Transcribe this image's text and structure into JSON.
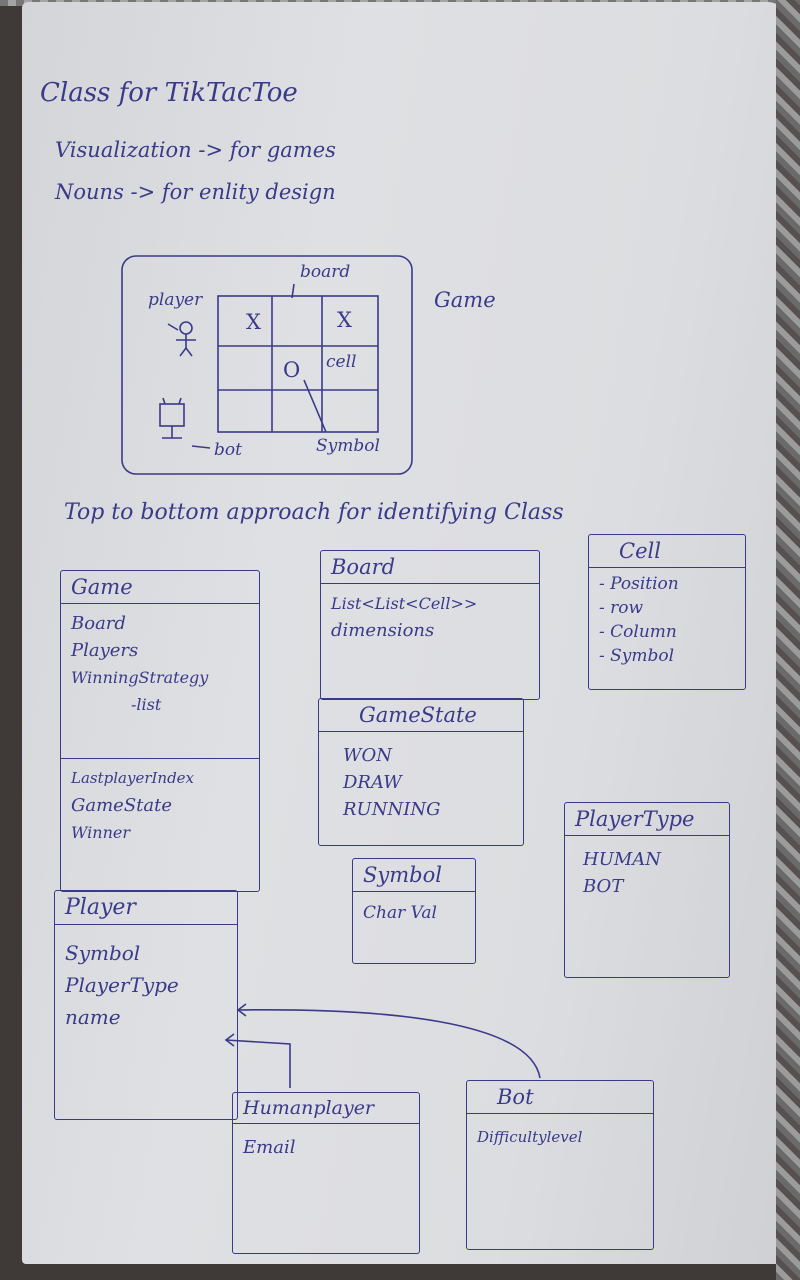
{
  "title": "Class for TikTacToe",
  "notes": [
    "Visualization -> for games",
    "Nouns -> for enlity design"
  ],
  "sketch": {
    "player_label": "player",
    "board_label": "board",
    "game_label": "Game",
    "cell_label": "cell",
    "bot_label": "bot",
    "symbol_label": "Symbol",
    "marks": [
      "X",
      "X",
      "O"
    ]
  },
  "section_heading": "Top to bottom approach for identifying Class",
  "classes": {
    "game": {
      "name": "Game",
      "fields": [
        "Board",
        "Players",
        "WinningStrategy",
        "-list"
      ],
      "extra": [
        "LastplayerIndex",
        "GameState",
        "Winner"
      ]
    },
    "board": {
      "name": "Board",
      "fields": [
        "List<List<Cell>>",
        "dimensions"
      ]
    },
    "gamestate": {
      "name": "GameState",
      "values": [
        "WON",
        "DRAW",
        "RUNNING"
      ]
    },
    "cell": {
      "name": "Cell",
      "fields": [
        "- Position",
        "- row",
        "- Column",
        "- Symbol"
      ]
    },
    "symbol": {
      "name": "Symbol",
      "fields": [
        "Char Val"
      ]
    },
    "playertype": {
      "name": "PlayerType",
      "values": [
        "HUMAN",
        "BOT"
      ]
    },
    "player": {
      "name": "Player",
      "fields": [
        "Symbol",
        "PlayerType",
        "name"
      ]
    },
    "humanplayer": {
      "name": "Humanplayer",
      "fields": [
        "Email"
      ]
    },
    "bot": {
      "name": "Bot",
      "fields": [
        "Difficultylevel"
      ]
    }
  }
}
